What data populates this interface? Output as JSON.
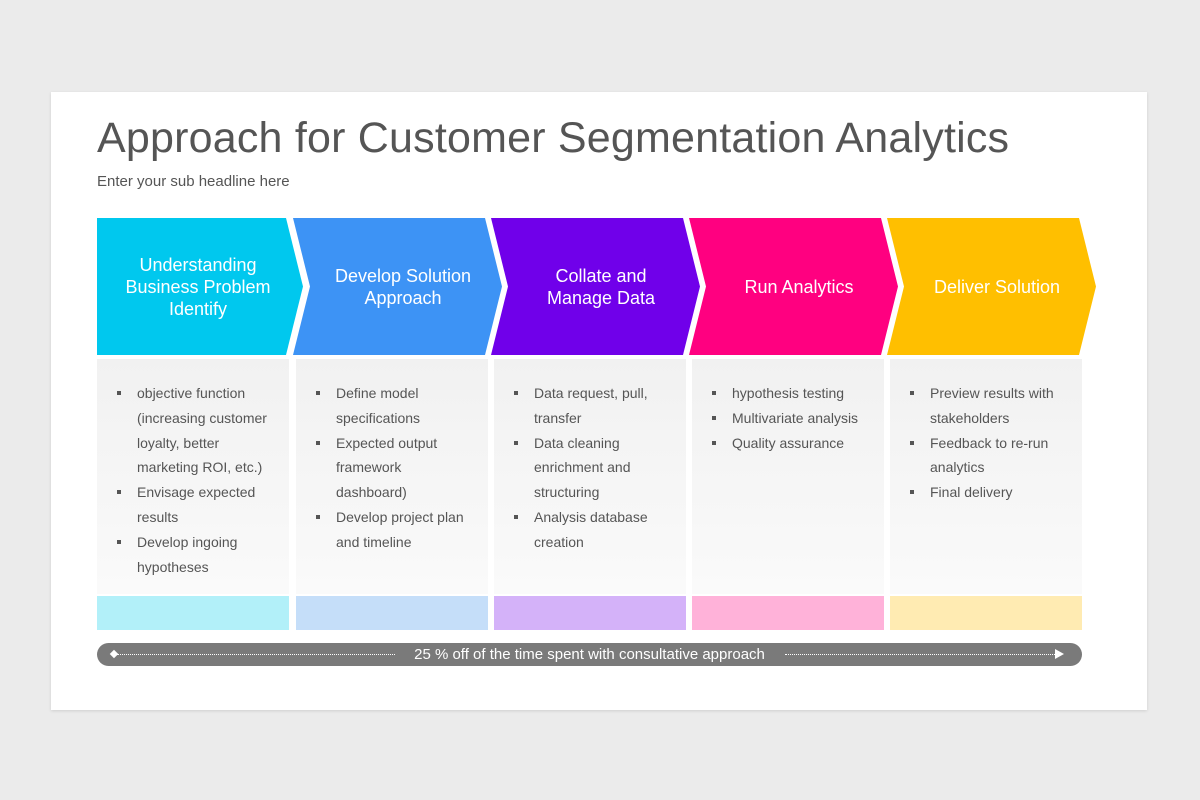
{
  "slide": {
    "title": "Approach for Customer Segmentation Analytics",
    "subtitle": "Enter your sub headline here"
  },
  "stages": [
    {
      "title": "Understanding Business Problem Identify",
      "color": "#00c8ee",
      "light_color": "#b2f0f9",
      "bullets": [
        "objective function (increasing customer loyalty, better marketing ROI, etc.)",
        "Envisage expected results",
        "Develop ingoing hypotheses"
      ]
    },
    {
      "title": "Develop Solution Approach",
      "color": "#3d93f5",
      "light_color": "#c5def9",
      "bullets": [
        "Define model specifications",
        "Expected output framework dashboard)",
        "Develop project plan and timeline"
      ]
    },
    {
      "title": "Collate and Manage Data",
      "color": "#7000ea",
      "light_color": "#d4b2f9",
      "bullets": [
        "Data request, pull, transfer",
        "Data cleaning enrichment and structuring",
        "Analysis database creation"
      ]
    },
    {
      "title": "Run Analytics",
      "color": "#ff0080",
      "light_color": "#ffb2d9",
      "bullets": [
        "hypothesis testing",
        "Multivariate analysis",
        "Quality assurance"
      ]
    },
    {
      "title": "Deliver Solution",
      "color": "#ffbf00",
      "light_color": "#ffebb2",
      "bullets": [
        "Preview results with stakeholders",
        "Feedback to re-run analytics",
        "Final delivery"
      ]
    }
  ],
  "timeline": {
    "label": "25 % off of the time spent with consultative approach",
    "color": "#7a7a7a"
  }
}
